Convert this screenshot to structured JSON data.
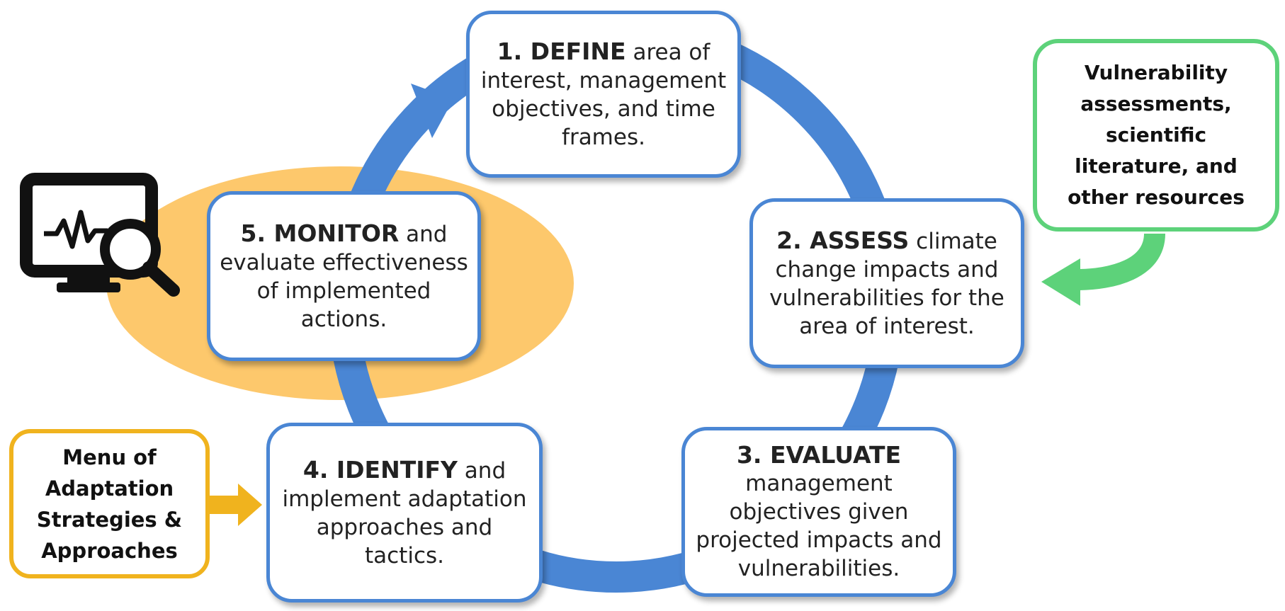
{
  "steps": [
    {
      "num": "1.",
      "verb": "DEFINE",
      "rest": "area of interest, management objectives, and time frames."
    },
    {
      "num": "2.",
      "verb": "ASSESS",
      "rest": "climate change impacts and vulnerabilities for the area of interest."
    },
    {
      "num": "3.",
      "verb": "EVALUATE",
      "rest": "management objectives given projected impacts and vulnerabilities."
    },
    {
      "num": "4.",
      "verb": "IDENTIFY",
      "rest": "and implement adaptation approaches and tactics."
    },
    {
      "num": "5.",
      "verb": "MONITOR",
      "rest": "and evaluate effectiveness of implemented actions."
    }
  ],
  "resources_box": "Vulnerability assessments, scientific literature, and other resources",
  "menu_box": "Menu of Adaptation Strategies & Approaches",
  "colors": {
    "cycle_blue": "#4a86d4",
    "highlight_orange": "#fdc86c",
    "resource_green": "#5dd27a",
    "menu_gold": "#f0b31e",
    "icon_black": "#111111"
  },
  "icons": [
    "monitor-search-icon"
  ]
}
